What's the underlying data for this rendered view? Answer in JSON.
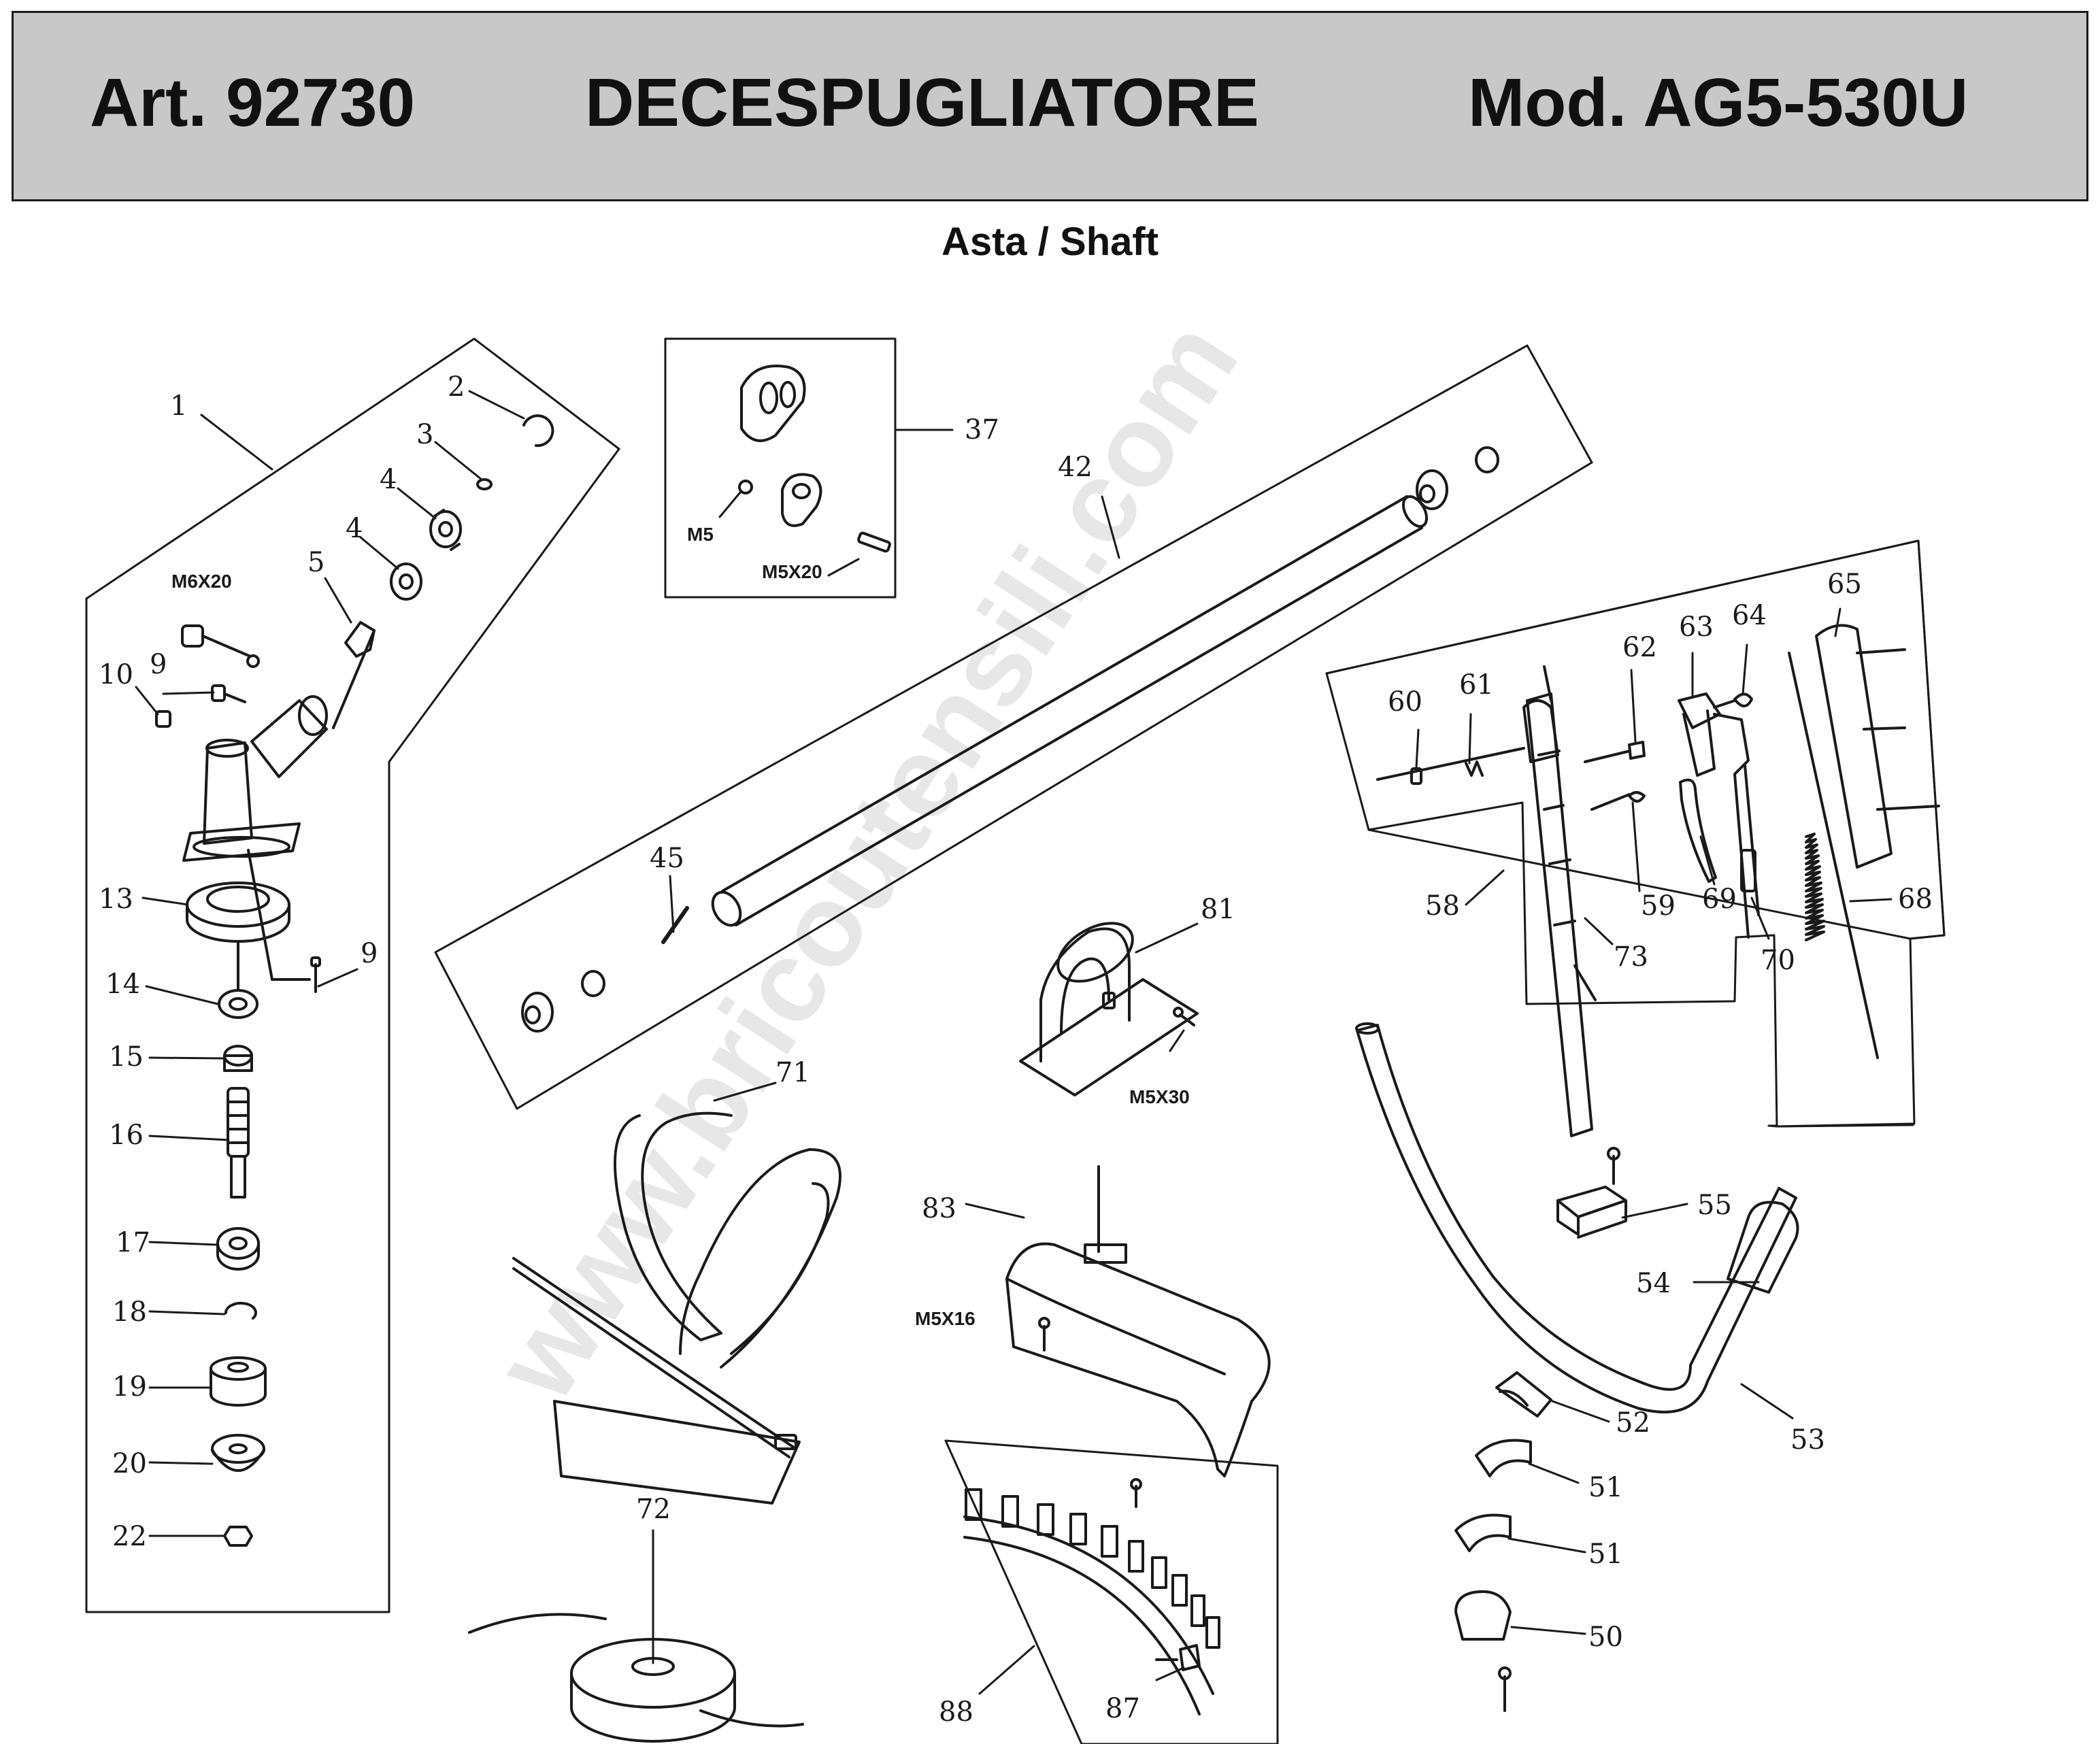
{
  "header": {
    "article": "Art. 92730",
    "name": "DECESPUGLIATORE",
    "model": "Mod. AG5-530U",
    "background": "#c8c8c8"
  },
  "subtitle": "Asta / Shaft",
  "watermark": "www.bricoutensili.com",
  "callouts": {
    "p1": "1",
    "p2": "2",
    "p3": "3",
    "p4a": "4",
    "p4b": "4",
    "p5": "5",
    "p9a": "9",
    "p9b": "9",
    "p10": "10",
    "p13": "13",
    "p14": "14",
    "p15": "15",
    "p16": "16",
    "p17": "17",
    "p18": "18",
    "p19": "19",
    "p20": "20",
    "p22": "22",
    "p37": "37",
    "p42": "42",
    "p45": "45",
    "p50": "50",
    "p51a": "51",
    "p51b": "51",
    "p52": "52",
    "p53": "53",
    "p54": "54",
    "p55": "55",
    "p58": "58",
    "p59": "59",
    "p60": "60",
    "p61": "61",
    "p62": "62",
    "p63": "63",
    "p64": "64",
    "p65": "65",
    "p68": "68",
    "p69": "69",
    "p70": "70",
    "p71": "71",
    "p72": "72",
    "p73": "73",
    "p81": "81",
    "p83": "83",
    "p87": "87",
    "p88": "88"
  },
  "screws": {
    "m6x20": "M6X20",
    "m5": "M5",
    "m5x20": "M5X20",
    "m5x30": "M5X30",
    "m5x16": "M5X16"
  }
}
